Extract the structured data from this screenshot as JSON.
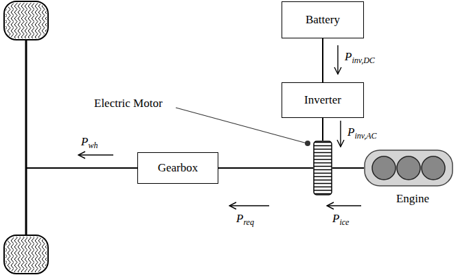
{
  "diagram": {
    "nodes": [
      {
        "text": [
          "Battery"
        ]
      },
      {
        "text": [
          "Inverter"
        ]
      },
      {
        "text": [
          "Electric Motor"
        ]
      },
      {
        "text": [
          "Gearbox"
        ]
      },
      {
        "text": [
          "Engine"
        ]
      }
    ],
    "edges": [
      {
        "from": 0,
        "to": 1,
        "arrow": "none"
      },
      {
        "from": 1,
        "to": 2,
        "arrow": "none"
      },
      {
        "from": 3,
        "to": 2,
        "arrow": "none"
      },
      {
        "from": 2,
        "to": 4,
        "arrow": "none"
      }
    ],
    "labels": [
      "Pwh",
      "Pinv,DC",
      "Pinv,AC",
      "Preq",
      "Pice"
    ]
  }
}
